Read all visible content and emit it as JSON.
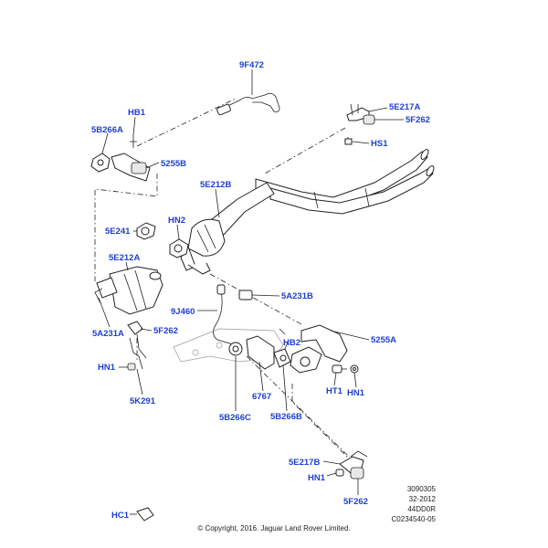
{
  "callouts": {
    "c9F472": "9F472",
    "c5E217A": "5E217A",
    "c5F262a": "5F262",
    "cHS1": "HS1",
    "cHB1": "HB1",
    "c5B266A": "5B266A",
    "c5255B": "5255B",
    "c5E212B": "5E212B",
    "cHN2": "HN2",
    "c5E241": "5E241",
    "c5E212A": "5E212A",
    "c5A231B": "5A231B",
    "c9J460": "9J460",
    "c5A231A": "5A231A",
    "c5F262b": "5F262",
    "c5255A": "5255A",
    "cHB2": "HB2",
    "cHN1a": "HN1",
    "c5K291": "5K291",
    "c6767": "6767",
    "cHT1": "HT1",
    "cHN1b": "HN1",
    "c5B266C": "5B266C",
    "c5B266B": "5B266B",
    "c5E217B": "5E217B",
    "cHN1c": "HN1",
    "c5F262c": "5F262",
    "cHC1": "HC1"
  },
  "reference": {
    "line1": "3090305",
    "line2": "32-2012",
    "line3": "44DD0R",
    "line4": "C0234540-05"
  },
  "copyright": "© Copyright, 2016. Jaguar Land Rover Limited.",
  "colors": {
    "callout": "#1f3fd0",
    "line": "#222222"
  }
}
